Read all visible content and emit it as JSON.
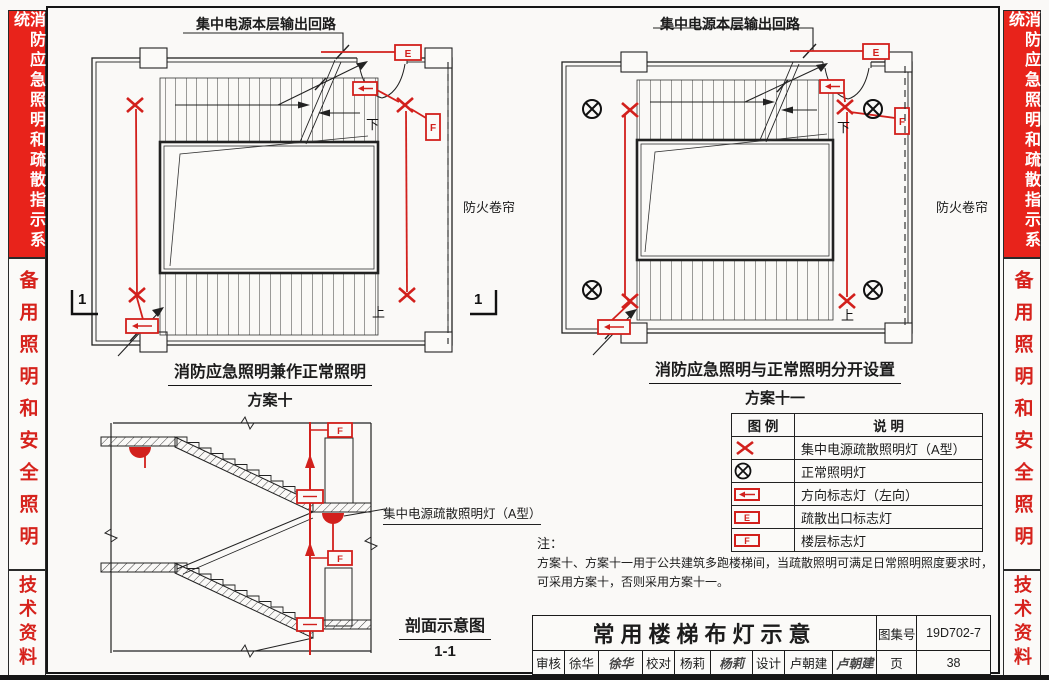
{
  "sidebar": {
    "fire_system": "消防应急照明和疏散指示系统",
    "backup": "备用照明和安全照明",
    "tech": "技术资料"
  },
  "symbols": {
    "e": "E",
    "f": "F"
  },
  "plan_left": {
    "circuit_label": "集中电源本层输出回路",
    "caption": "消防应急照明兼作正常照明",
    "scheme": "方案十",
    "down_label": "下",
    "up_label": "上",
    "section_marker": "1",
    "fire_shutter": "防火卷帘"
  },
  "plan_right": {
    "circuit_label": "集中电源本层输出回路",
    "caption": "消防应急照明与正常照明分开设置",
    "scheme": "方案十一",
    "down_label": "下",
    "up_label": "上",
    "fire_shutter": "防火卷帘"
  },
  "section_view": {
    "lamp_label": "集中电源疏散照明灯（A型）",
    "caption": "剖面示意图",
    "scheme": "1-1"
  },
  "legend": {
    "headers": [
      "图  例",
      "说  明"
    ],
    "rows": [
      {
        "symbol": "centralized-evac-lamp",
        "desc": "集中电源疏散照明灯（A型）"
      },
      {
        "symbol": "normal-lamp",
        "desc": "正常照明灯"
      },
      {
        "symbol": "direction-sign-left",
        "desc": "方向标志灯（左向）"
      },
      {
        "symbol": "exit-sign",
        "desc": "疏散出口标志灯"
      },
      {
        "symbol": "floor-sign",
        "desc": "楼层标志灯"
      }
    ]
  },
  "notes": {
    "label": "注：",
    "line1": "方案十、方案十一用于公共建筑多跑楼梯间，当疏散照明可满足日常照明照度要求时，",
    "line2": "可采用方案十，否则采用方案十一。"
  },
  "titleblock": {
    "title": "常用楼梯布灯示意",
    "atlas_label": "图集号",
    "atlas_no": "19D702-7",
    "review_label": "审核",
    "reviewer": "徐华",
    "reviewer_sig": "徐华",
    "check_label": "校对",
    "checker": "杨莉",
    "checker_sig": "杨莉",
    "design_label": "设计",
    "designer": "卢朝建",
    "designer_sig": "卢朝建",
    "page_label": "页",
    "page_no": "38"
  },
  "colors": {
    "accent_red": "#d2201c",
    "sidebar_red": "#e8231b",
    "line": "#222222"
  }
}
